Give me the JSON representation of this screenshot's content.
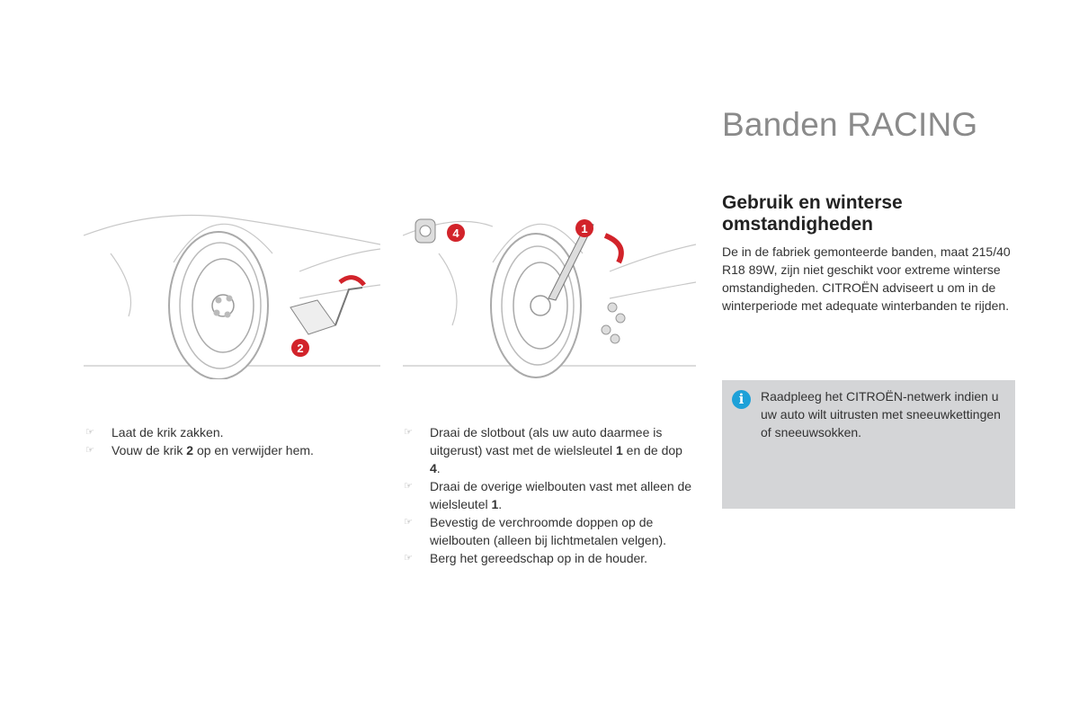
{
  "title": "Banden RACING",
  "section": {
    "heading": "Gebruik en winterse omstandigheden",
    "intro": "De in de fabriek gemonteerde banden, maat 215/40 R18 89W, zijn niet geschikt voor extreme winterse omstandigheden. CITROËN adviseert u om in de winterperiode met adequate winterbanden te rijden."
  },
  "info_box": {
    "icon": "info-icon",
    "text": "Raadpleeg het CITROËN-netwerk indien u uw auto wilt uitrusten met sneeuwkettingen of sneeuwsokken."
  },
  "figure1": {
    "callouts": [
      "2"
    ]
  },
  "figure2": {
    "callouts": [
      "1",
      "4"
    ]
  },
  "steps_left": {
    "bullet_icon": "pointing-hand-icon",
    "item1": "Laat de krik zakken.",
    "item2_a": "Vouw de krik ",
    "item2_b": "2",
    "item2_c": " op en verwijder hem."
  },
  "steps_right": {
    "item1_a": "Draai de slotbout (als uw auto daarmee is uitgerust) vast met de wielsleutel ",
    "item1_b": "1",
    "item1_c": " en de dop ",
    "item1_d": "4",
    "item1_e": ".",
    "item2_a": "Draai de overige wielbouten vast met alleen de wielsleutel ",
    "item2_b": "1",
    "item2_c": ".",
    "item3": "Bevestig de verchroomde doppen op de wielbouten (alleen bij lichtmetalen velgen).",
    "item4": "Berg het gereedschap op in de houder."
  },
  "colors": {
    "callout": "#d2232a",
    "info": "#1ea1d8",
    "info_bg": "#d4d5d7"
  }
}
